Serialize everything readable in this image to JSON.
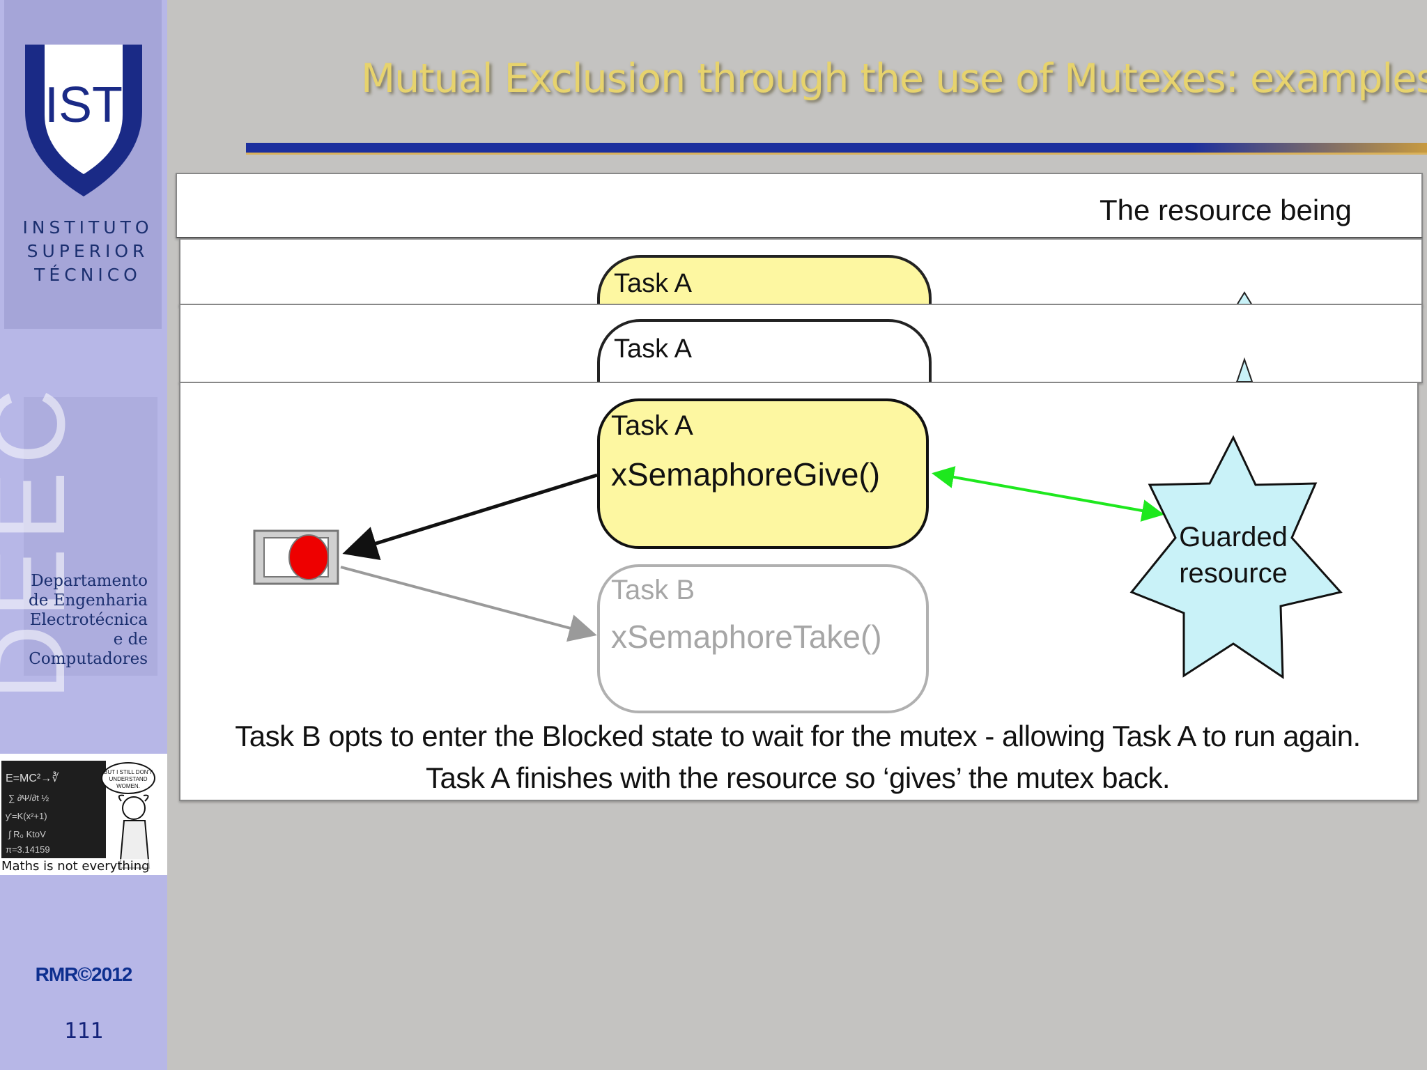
{
  "slide": {
    "title": "Mutual Exclusion through the use of Mutexes: examples",
    "accent_color": "#e7d36d",
    "rule_color": "#1c2f9e",
    "page_number": "111",
    "copyright": "RMR©2012"
  },
  "sidebar": {
    "institute_lines": [
      "INSTITUTO",
      "SUPERIOR",
      "TÉCNICO"
    ],
    "logo_letters": "IST",
    "deec_letters": "DEEC",
    "department_lines": [
      "Departamento",
      "de Engenharia",
      "Electrotécnica",
      "e de",
      "Computadores"
    ],
    "cartoon_caption": "Maths is not everything",
    "cartoon_bubble": "BUT I STILL DON'T UNDERSTAND WOMEN."
  },
  "diagram": {
    "peek_text": "The resource being",
    "task_a_label": "Task A",
    "task_a_call": "xSemaphoreGive()",
    "task_b_label": "Task B",
    "task_b_call": "xSemaphoreTake()",
    "resource_label_line1": "Guarded",
    "resource_label_line2": "resource",
    "caption_line1": "Task B opts to enter the Blocked state to wait for the mutex - allowing Task A to run again.",
    "caption_line2": "Task A finishes with the resource so ‘gives’ the mutex back.",
    "colors": {
      "task_a_fill": "#fdf7a1",
      "resource_fill": "#c9f2f8",
      "mutex_token": "#ee0000",
      "give_arrow": "#1ee81e"
    }
  }
}
